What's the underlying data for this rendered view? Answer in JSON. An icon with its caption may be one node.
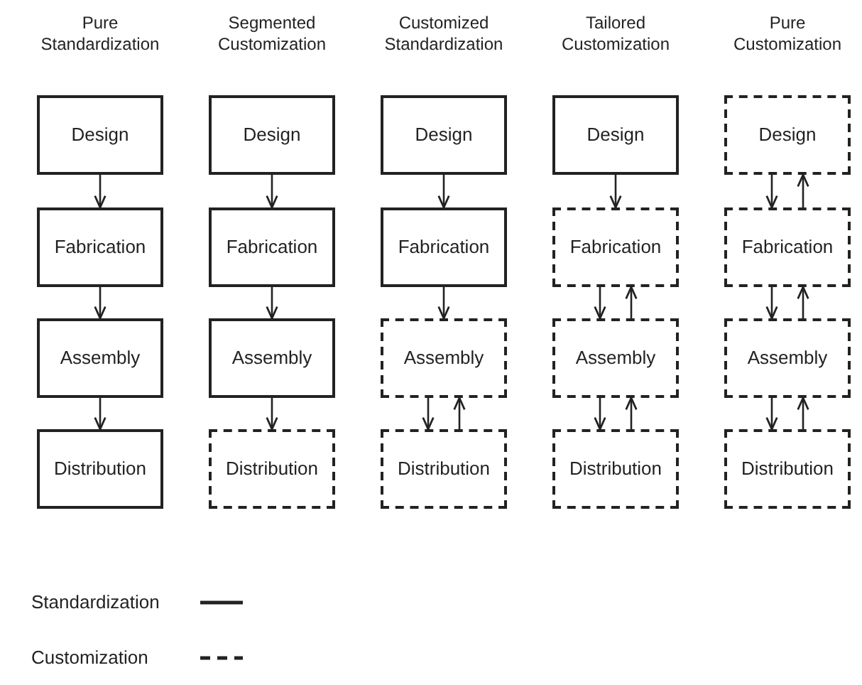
{
  "diagram": {
    "nodes": [
      {
        "text": [
          "Design"
        ]
      },
      {
        "text": [
          "Fabrication"
        ]
      },
      {
        "text": [
          "Assembly"
        ]
      },
      {
        "text": [
          "Distribution"
        ]
      },
      {
        "text": [
          "Design"
        ]
      },
      {
        "text": [
          "Fabrication"
        ]
      },
      {
        "text": [
          "Assembly"
        ]
      },
      {
        "text": [
          "Distribution"
        ]
      },
      {
        "text": [
          "Design"
        ]
      },
      {
        "text": [
          "Fabrication"
        ]
      },
      {
        "text": [
          "Assembly"
        ]
      },
      {
        "text": [
          "Distribution"
        ]
      },
      {
        "text": [
          "Design"
        ]
      },
      {
        "text": [
          "Fabrication"
        ]
      },
      {
        "text": [
          "Assembly"
        ]
      },
      {
        "text": [
          "Distribution"
        ]
      },
      {
        "text": [
          "Design"
        ]
      },
      {
        "text": [
          "Fabrication"
        ]
      },
      {
        "text": [
          "Assembly"
        ]
      },
      {
        "text": [
          "Distribution"
        ]
      }
    ],
    "edges": [
      {
        "from": 0,
        "to": 1,
        "arrow": "to"
      },
      {
        "from": 1,
        "to": 2,
        "arrow": "to"
      },
      {
        "from": 2,
        "to": 3,
        "arrow": "to"
      },
      {
        "from": 4,
        "to": 5,
        "arrow": "to"
      },
      {
        "from": 5,
        "to": 6,
        "arrow": "to"
      },
      {
        "from": 6,
        "to": 7,
        "arrow": "to"
      },
      {
        "from": 8,
        "to": 9,
        "arrow": "to"
      },
      {
        "from": 9,
        "to": 10,
        "arrow": "to"
      },
      {
        "from": 10,
        "to": 11,
        "arrow": "to"
      },
      {
        "from": 11,
        "to": 10,
        "arrow": "to"
      },
      {
        "from": 12,
        "to": 13,
        "arrow": "to"
      },
      {
        "from": 13,
        "to": 14,
        "arrow": "to"
      },
      {
        "from": 14,
        "to": 13,
        "arrow": "to"
      },
      {
        "from": 14,
        "to": 15,
        "arrow": "to"
      },
      {
        "from": 15,
        "to": 14,
        "arrow": "to"
      },
      {
        "from": 16,
        "to": 17,
        "arrow": "to"
      },
      {
        "from": 17,
        "to": 16,
        "arrow": "to"
      },
      {
        "from": 17,
        "to": 18,
        "arrow": "to"
      },
      {
        "from": 18,
        "to": 17,
        "arrow": "to"
      },
      {
        "from": 18,
        "to": 19,
        "arrow": "to"
      },
      {
        "from": 19,
        "to": 18,
        "arrow": "to"
      }
    ],
    "labels": [
      "Pure Standardization",
      "Segmented Customization",
      "Customized Standardization",
      "Tailored Customization",
      "Pure Customization"
    ],
    "legend": [
      {
        "text": "Standardization"
      },
      {
        "text": "Customization"
      }
    ]
  }
}
